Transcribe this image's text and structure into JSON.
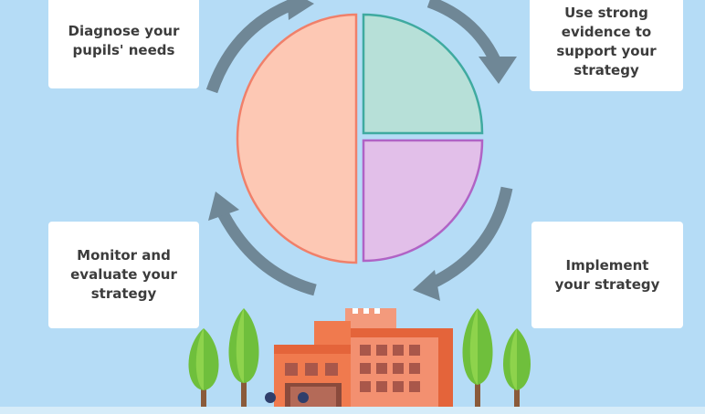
{
  "steps": {
    "diagnose": "Diagnose your\npupils' needs",
    "evidence": "Use strong\nevidence to\nsupport your\nstrategy",
    "implement": "Implement\nyour strategy",
    "monitor": "Monitor and\nevaluate your\nstrategy"
  },
  "colors": {
    "background": "#b5dcf6",
    "arrow": "#6f8796",
    "half_segment": "#fdc8b4",
    "half_segment_stroke": "#f0806a",
    "quarter_top": "#b7e0d8",
    "quarter_top_stroke": "#3faaa0",
    "quarter_bottom": "#e2bfe9",
    "quarter_bottom_stroke": "#b063c5",
    "school": "#f07a4e",
    "tree": "#6fbf3c"
  },
  "icons": [
    "cycle-arrow-icon",
    "pie-icon",
    "tree-icon",
    "school-building-icon",
    "person-icon"
  ]
}
